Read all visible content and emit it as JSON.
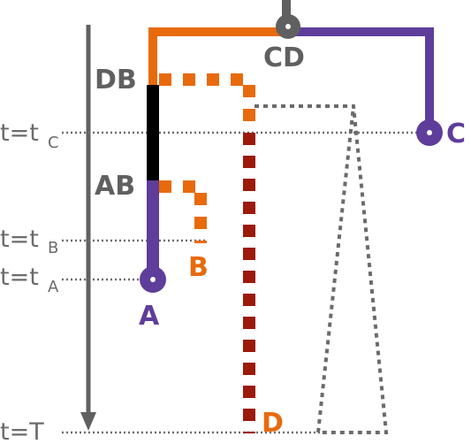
{
  "time_labels": {
    "tc": {
      "base": "t=t",
      "sub": "C"
    },
    "tb": {
      "base": "t=t",
      "sub": "B"
    },
    "ta": {
      "base": "t=t",
      "sub": "A"
    },
    "tT": {
      "base": "t=T",
      "sub": ""
    }
  },
  "nodes": {
    "A": "A",
    "B": "B",
    "C": "C",
    "D": "D",
    "AB": "AB",
    "DB": "DB",
    "CD": "CD"
  },
  "colors": {
    "purple": "#5f3d9b",
    "orange": "#e86a0d",
    "dark_red": "#9c1a0b",
    "gray": "#606060",
    "black": "#000000",
    "dotted_gray": "#6b6b6b"
  }
}
